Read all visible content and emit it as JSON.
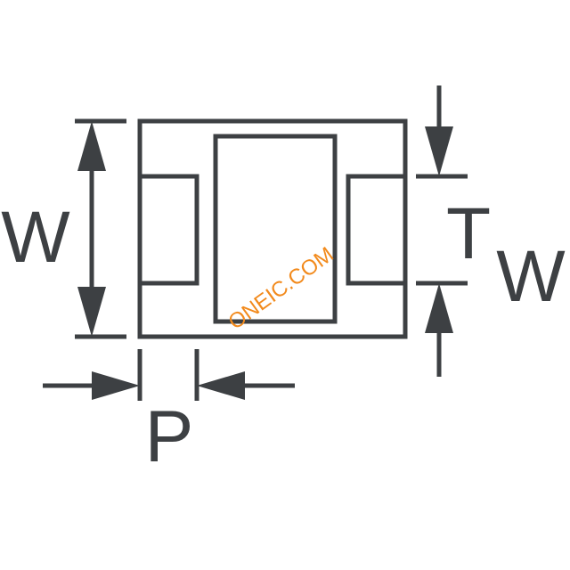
{
  "labels": {
    "left_width": "W",
    "right_thickness": "T",
    "right_width": "W",
    "bottom_pitch": "P"
  },
  "watermark": {
    "text": "ONEIC.COM"
  },
  "colors": {
    "line": "#3d4043",
    "watermark": "#f28a1c",
    "background": "#ffffff"
  }
}
